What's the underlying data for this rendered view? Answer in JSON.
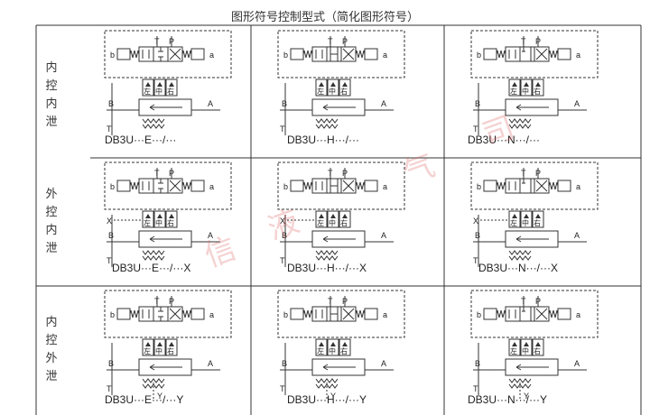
{
  "title": "图形符号控制型式（简化图形符号）",
  "rows": [
    {
      "label": [
        "内",
        "控",
        "内",
        "泄"
      ]
    },
    {
      "label": [
        "外",
        "控",
        "内",
        "泄"
      ]
    },
    {
      "label": [
        "内",
        "控",
        "外",
        "泄"
      ]
    }
  ],
  "cells": [
    {
      "caption": "DB3U···E···/···"
    },
    {
      "caption": "DB3U···H···/···"
    },
    {
      "caption": "DB3U···N···/···"
    },
    {
      "caption": "DB3U···E···/···X"
    },
    {
      "caption": "DB3U···H···/···X"
    },
    {
      "caption": "DB3U···N···/···X"
    },
    {
      "caption": "DB3U···E···/···Y"
    },
    {
      "caption": "DB3U···H···/···Y"
    },
    {
      "caption": "DB3U···N···/···Y"
    }
  ],
  "port_labels": {
    "b": "b",
    "a": "a",
    "T": "T",
    "P": "P",
    "B": "B",
    "A": "A",
    "X": "X",
    "Y": "Y"
  },
  "valve_positions": [
    "左",
    "中",
    "右"
  ],
  "watermark": [
    "信",
    "液",
    "气",
    "司"
  ],
  "colors": {
    "line": "#333333",
    "watermark": "#e07070"
  }
}
